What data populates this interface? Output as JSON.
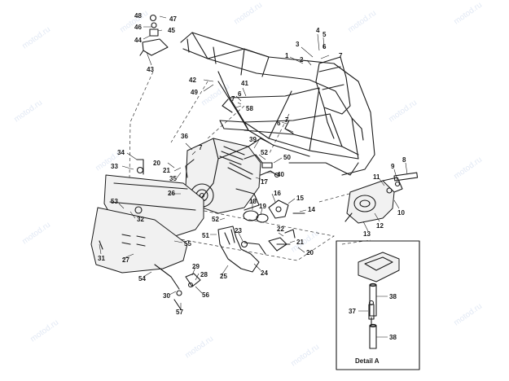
{
  "watermark": "motod.ru",
  "detail": {
    "label": "Detail A"
  },
  "callouts": [
    "48",
    "47",
    "46",
    "45",
    "44",
    "43",
    "3",
    "4",
    "5",
    "6",
    "7",
    "1",
    "2",
    "42",
    "49",
    "41",
    "7",
    "6",
    "58",
    "6",
    "7",
    "36",
    "7",
    "39",
    "52",
    "50",
    "34",
    "20",
    "21",
    "35",
    "40",
    "17",
    "33",
    "26",
    "16",
    "53",
    "18",
    "19",
    "15",
    "14",
    "32",
    "52",
    "51",
    "23",
    "22",
    "21",
    "20",
    "31",
    "27",
    "55",
    "24",
    "29",
    "28",
    "54",
    "25",
    "56",
    "30",
    "57",
    "8",
    "9",
    "11",
    "10",
    "12",
    "13",
    "38",
    "37",
    "38"
  ]
}
